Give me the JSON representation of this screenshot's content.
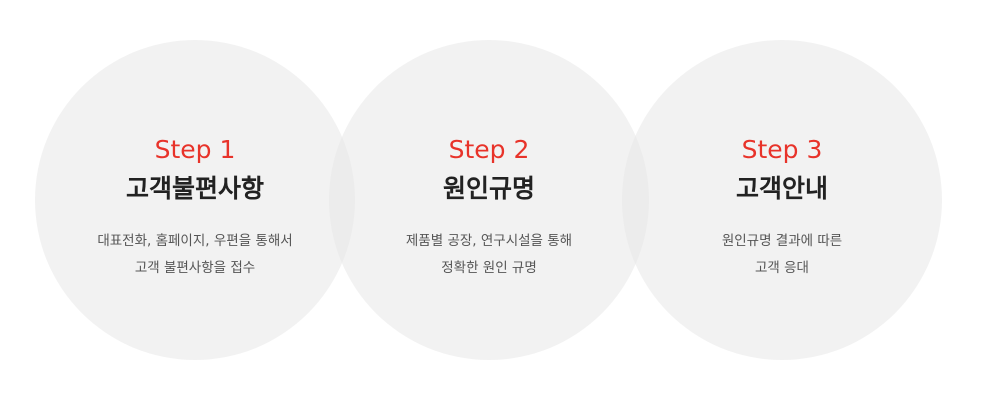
{
  "steps": [
    {
      "label": "Step 1",
      "title": "고객불편사항",
      "desc_lines": [
        "대표전화, 홈페이지, 우편을 통해서",
        "고객 불편사항을 접수"
      ]
    },
    {
      "label": "Step 2",
      "title": "원인규명",
      "desc_lines": [
        "제품별 공장, 연구시설을 통해",
        "정확한 원인 규명"
      ]
    },
    {
      "label": "Step 3",
      "title": "고객안내",
      "desc_lines": [
        "원인규명 결과에 따른",
        "고객 응대"
      ]
    }
  ],
  "colors": {
    "accent": "#e8332a",
    "title": "#222222",
    "desc": "#555555",
    "circle": "#efefef"
  }
}
